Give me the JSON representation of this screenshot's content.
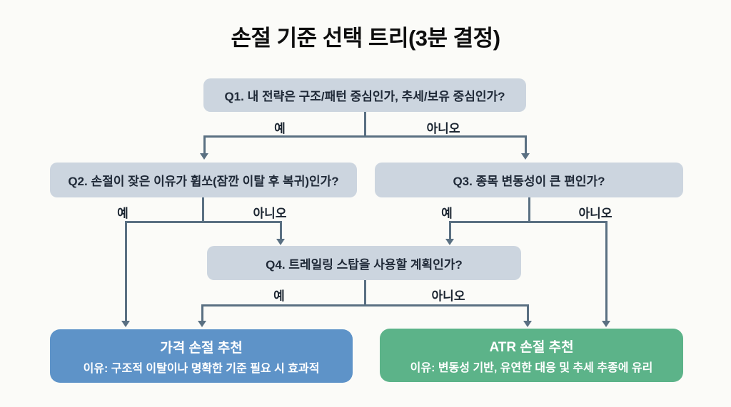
{
  "title": "손절 기준 선택 트리(3분 결정)",
  "labels": {
    "yes": "예",
    "no": "아니오"
  },
  "questions": {
    "q1": "Q1. 내 전략은 구조/패턴 중심인가, 추세/보유 중심인가?",
    "q2": "Q2. 손절이 잦은 이유가 휩쏘(잠깐 이탈 후 복귀)인가?",
    "q3": "Q3. 종목 변동성이 큰 편인가?",
    "q4": "Q4. 트레일링 스탑을 사용할 계획인가?"
  },
  "results": {
    "price_stop": {
      "title": "가격 손절 추천",
      "reason": "이유: 구조적 이탈이나 명확한 기준 필요 시 효과적"
    },
    "atr_stop": {
      "title": "ATR 손절 추천",
      "reason": "이유: 변동성 기반, 유연한 대응 및 추세 추종에 유리"
    }
  },
  "colors": {
    "background": "#fbfbf8",
    "question_box": "#ccd5df",
    "question_text": "#1f2937",
    "connector": "#5a7082",
    "result_blue": "#5e93c8",
    "result_green": "#5cb389",
    "result_text": "#ffffff"
  }
}
